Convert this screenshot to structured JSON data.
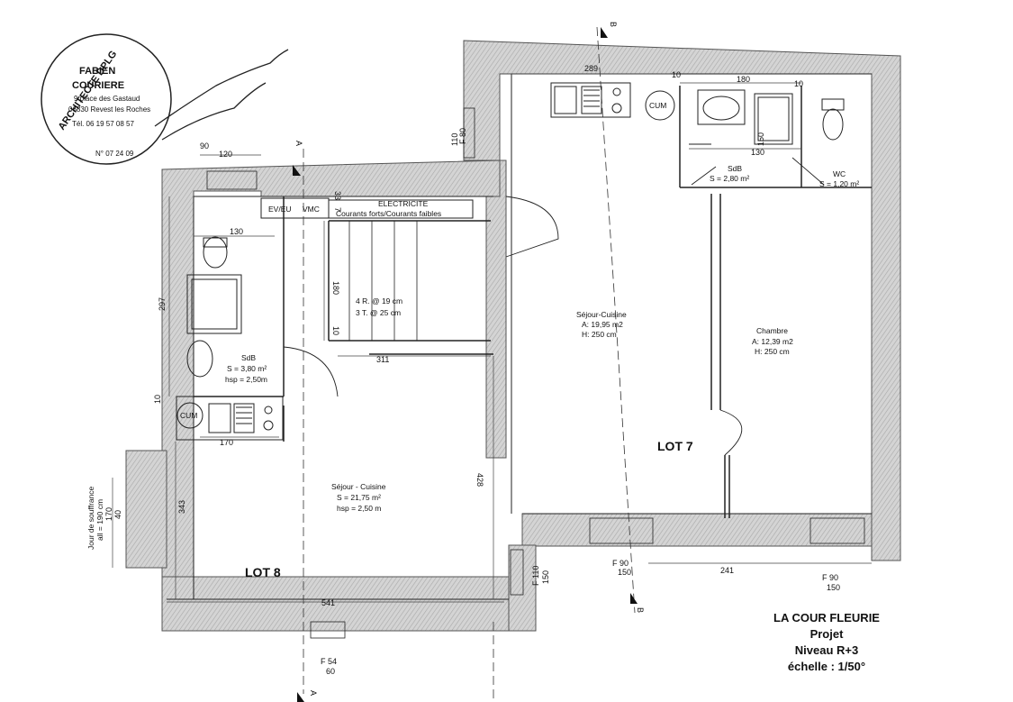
{
  "stamp": {
    "arc_text": "ARCHITECTE DPLG",
    "name1": "FABIEN",
    "name2": "COURIERE",
    "addr1": "9 place des Gastaud",
    "addr2": "06830 Revest les Roches",
    "tel": "Tél. 06 19 57 08 57",
    "no": "N° 07 24 09"
  },
  "title_block": {
    "line1": "LA COUR FLEURIE",
    "line2": "Projet",
    "line3": "Niveau R+3",
    "line4": "échelle : 1/50°"
  },
  "lots": {
    "lot7": "LOT 7",
    "lot8": "LOT 8"
  },
  "rooms": {
    "sejour7_name": "Séjour-Cuisine",
    "sejour7_area": "A: 19,95 m2",
    "sejour7_h": "H: 250 cm",
    "chambre_name": "Chambre",
    "chambre_area": "A: 12,39 m2",
    "chambre_h": "H: 250 cm",
    "sdb7_name": "SdB",
    "sdb7_area": "S = 2,80 m²",
    "wc_name": "WC",
    "wc_area": "S = 1,20 m²",
    "sdb8_name": "SdB",
    "sdb8_area": "S = 3,80 m²",
    "sdb8_h": "hsp = 2,50m",
    "sejour8_name": "Séjour - Cuisine",
    "sejour8_area": "S = 21,75 m²",
    "sejour8_h": "hsp = 2,50 m"
  },
  "technical": {
    "evu": "EV/EU",
    "vmc": "VMC",
    "elec1": "ELECTRICITE",
    "elec2": "Courants forts/Courants faibles",
    "stair1": "4 R. @ 19 cm",
    "stair2": "3 T. @ 25 cm",
    "cum": "CUM",
    "jour1": "Jour de souffrance",
    "jour2": "all = 190 cm"
  },
  "section_marks": {
    "a": "A",
    "b": "B"
  },
  "dimensions": {
    "d289": "289",
    "d10a": "10",
    "d180a": "180",
    "d10b": "10",
    "f80": "F 80",
    "d110a": "110",
    "d130a": "130",
    "d150a": "150",
    "d90a": "90",
    "d120": "120",
    "d33": "33",
    "d7": "7",
    "d130b": "130",
    "d297": "297",
    "d180b": "180",
    "d10c": "10",
    "d311": "311",
    "d10d": "10",
    "d170a": "170",
    "d428": "428",
    "d343": "343",
    "d170b": "170",
    "d40": "40",
    "d541": "541",
    "f54": "F 54",
    "d60": "60",
    "f110": "F 110",
    "d150b": "150",
    "f90a": "F 90",
    "d150c": "150",
    "d241": "241",
    "f90b": "F 90",
    "d150d": "150"
  }
}
